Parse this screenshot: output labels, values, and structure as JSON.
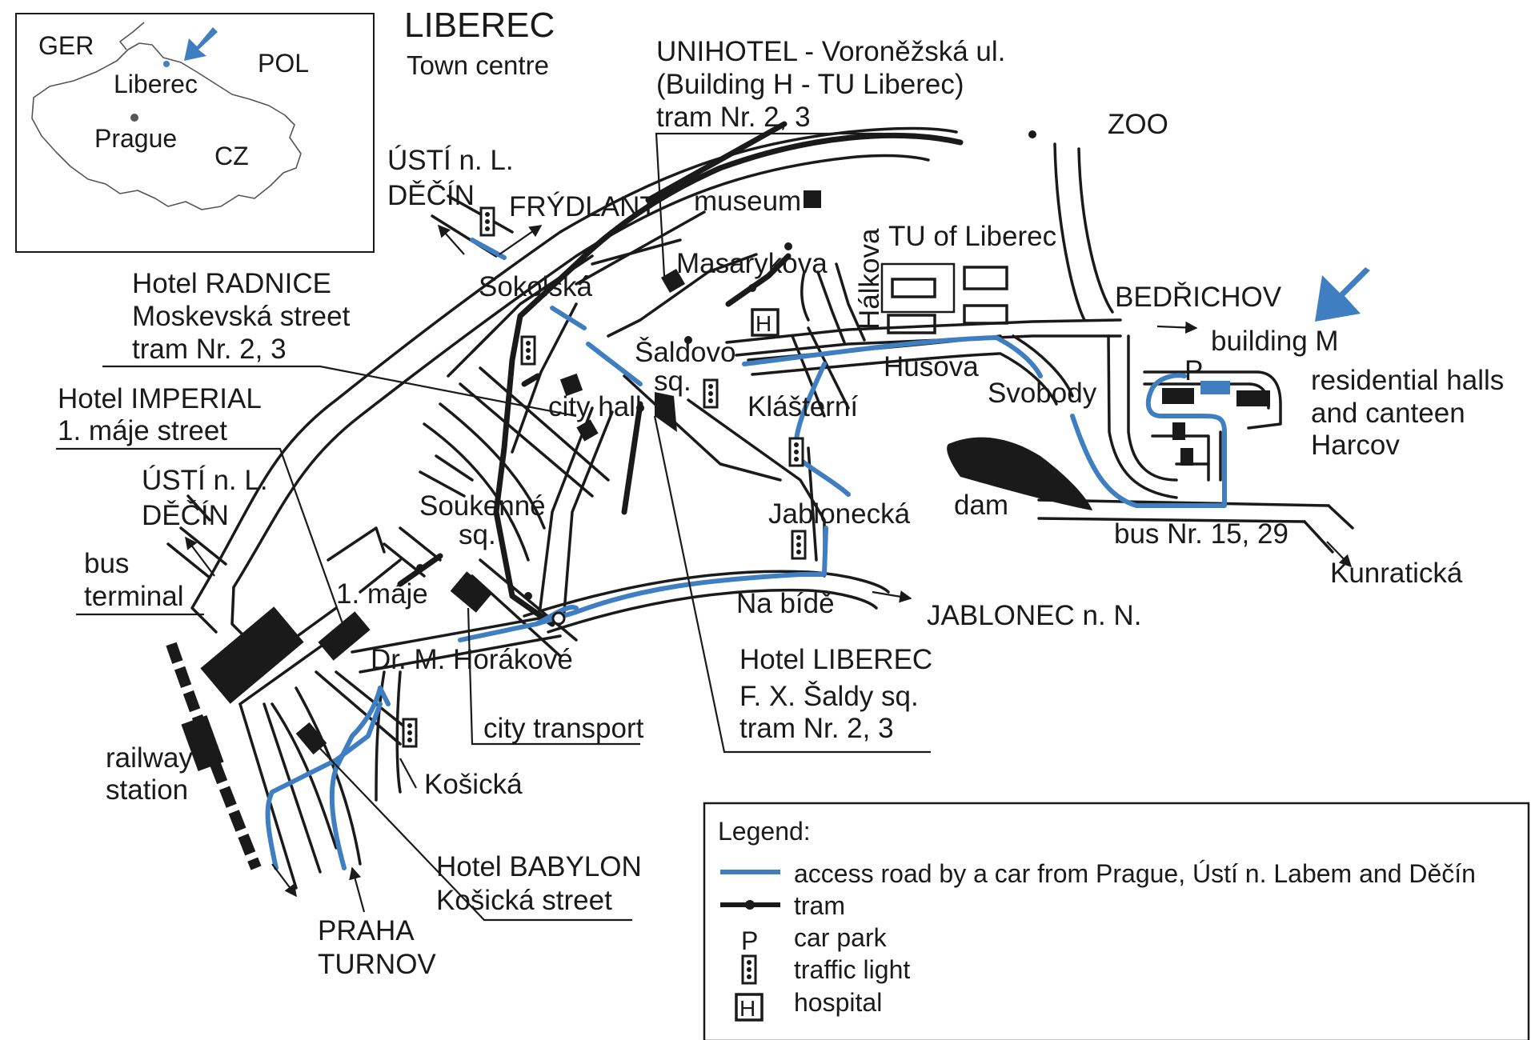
{
  "colors": {
    "access": "#3f7fc1",
    "ink": "#1a1a1a",
    "background": "#ffffff"
  },
  "icons": [
    "location-arrow-icon",
    "traffic-light-icon",
    "hospital-icon",
    "car-park-icon",
    "tram-stop-icon"
  ],
  "inset": {
    "labels": {
      "ger": "GER",
      "pol": "POL",
      "cz": "CZ",
      "liberec": "Liberec",
      "prague": "Prague"
    }
  },
  "title": {
    "main": "LIBEREC",
    "sub": "Town centre"
  },
  "destinations": {
    "usti_top": [
      "ÚSTÍ n. L.",
      "DĚČÍN"
    ],
    "frydlant": "FRÝDLANT",
    "zoo": "ZOO",
    "bedrichov": "BEDŘICHOV",
    "usti_left": [
      "ÚSTÍ n. L.",
      "DĚČÍN"
    ],
    "jablonec": "JABLONEC n. N.",
    "kunraticka": "Kunratická",
    "praha": [
      "PRAHA",
      "TURNOV"
    ]
  },
  "streets": {
    "sokolska": "Sokolská",
    "masarykova": "Masarykova",
    "halkova": "Hálkova",
    "husova": "Husova",
    "svobody": "Svobody",
    "klasterni": "Klášterní",
    "jablonecka": "Jablonecká",
    "na_bide": "Na bídě",
    "dr_horakove": "Dr. M. Horákové",
    "prvni_maje": "1. máje",
    "kosicka": "Košická"
  },
  "places": {
    "museum": "museum",
    "tu_liberec": "TU of Liberec",
    "saldovo": [
      "Šaldovo",
      "sq."
    ],
    "city_hall": "city hall",
    "soukenne": [
      "Soukenné",
      "sq."
    ],
    "bus_terminal": [
      "bus",
      "terminal"
    ],
    "railway_station": [
      "railway",
      "station"
    ],
    "dam": "dam",
    "building_m": "building M",
    "car_park_p": "P",
    "residential": [
      "residential halls",
      "and canteen",
      "Harcov"
    ],
    "bus_lines": "bus Nr. 15, 29"
  },
  "hotels": {
    "unihotel": [
      "UNIHOTEL - Voroněžská ul.",
      "(Building H - TU Liberec)",
      "tram Nr. 2, 3"
    ],
    "radnice": [
      "Hotel RADNICE",
      "Moskevská street",
      "tram Nr. 2, 3"
    ],
    "imperial": [
      "Hotel IMPERIAL",
      "1. máje street"
    ],
    "liberec": [
      "Hotel LIBEREC",
      "F. X. Šaldy sq.",
      "tram Nr. 2, 3"
    ],
    "babylon": [
      "Hotel BABYLON",
      "Košická street"
    ],
    "city_transport": "city transport"
  },
  "legend": {
    "title": "Legend:",
    "items": [
      {
        "symbol": "access-line",
        "label": "access road by a car from Prague, Ústí n. Labem and Děčín"
      },
      {
        "symbol": "tram-line",
        "label": "tram"
      },
      {
        "symbol": "P",
        "label": "car park"
      },
      {
        "symbol": "traffic-light",
        "label": "traffic light"
      },
      {
        "symbol": "H",
        "label": "hospital"
      }
    ]
  }
}
